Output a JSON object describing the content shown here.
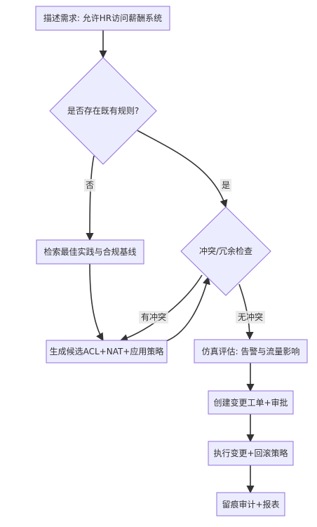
{
  "nodes": {
    "describe": "描述需求: 允许HR访问薪酬系统",
    "exists": "是否存在既有规则?",
    "search": "检索最佳实践与合规基线",
    "conflict": "冲突/冗余检查",
    "generate": "生成候选ACL+NAT+应用策略",
    "simulate": "仿真评估: 告警与流量影响",
    "ticket": "创建变更工单+审批",
    "execute": "执行变更+回滚策略",
    "audit": "留痕审计+报表"
  },
  "edges": {
    "no": "否",
    "yes": "是",
    "has_conflict": "有冲突",
    "no_conflict": "无冲突"
  },
  "colors": {
    "node_fill": "#ECECFF",
    "node_stroke": "#9370DB",
    "edge": "#333333",
    "label_bg": "#e8e8e8"
  }
}
